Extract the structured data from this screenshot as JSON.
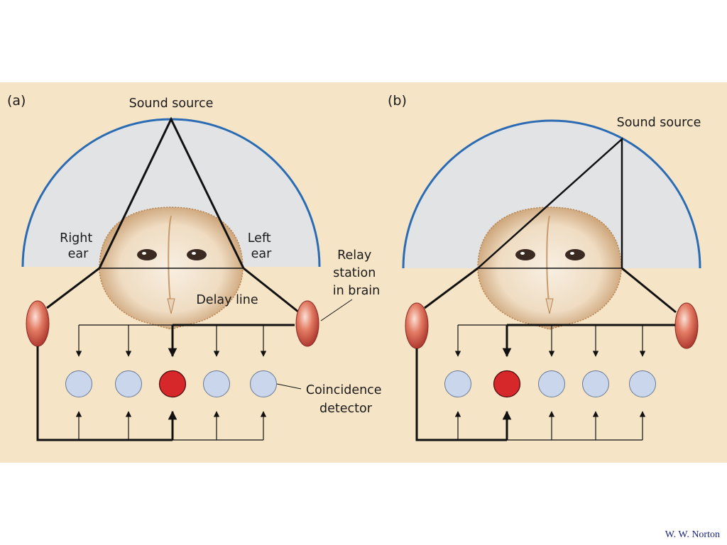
{
  "panel_a": {
    "label": "(a)",
    "sound_source": "Sound source",
    "right_ear": [
      "Right",
      "ear"
    ],
    "left_ear": [
      "Left",
      "ear"
    ],
    "delay_line": "Delay line",
    "relay": [
      "Relay",
      "station",
      "in brain"
    ],
    "detector": [
      "Coincidence",
      "detector"
    ]
  },
  "panel_b": {
    "label": "(b)",
    "sound_source": "Sound source"
  },
  "credit": "W. W. Norton",
  "colors": {
    "background": "#f6e4c6",
    "hemisphere_fill": "#e2e3e4",
    "hemisphere_stroke": "#2a6bb4",
    "detector_idle": "#c9d6ec",
    "detector_active": "#d6282b",
    "relay_node": "#c8463a"
  }
}
